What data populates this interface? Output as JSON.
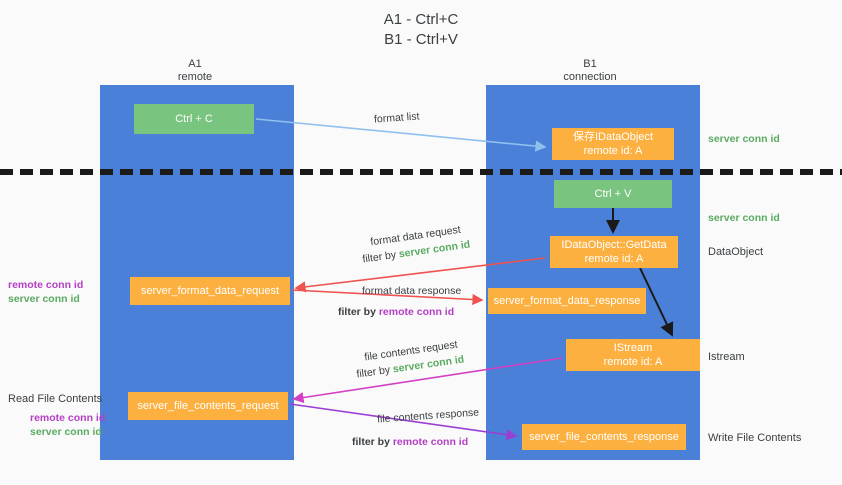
{
  "title": "A1 - Ctrl+C\nB1 - Ctrl+V",
  "colors": {
    "lane": "#4a80d8",
    "green_node": "#79c47f",
    "orange_node": "#fbb040",
    "server_conn_text": "#5aab62",
    "remote_conn_text": "#b43fc4",
    "arrow_light_blue": "#8fc0ee",
    "arrow_red": "#ef5350",
    "arrow_magenta": "#d43fc4",
    "arrow_purple": "#9b3fd4",
    "arrow_dark": "#1a1a1a",
    "background": "#fafafa"
  },
  "columns": {
    "left": {
      "name": "A1",
      "role": "remote",
      "header": "A1\nremote"
    },
    "right": {
      "name": "B1",
      "role": "connection",
      "header": "B1\nconnection"
    }
  },
  "nodes": {
    "ctrl_c": "Ctrl + C",
    "ctrl_v": "Ctrl + V",
    "save_dataobject": "保存IDataObject\nremote id: A",
    "getdata": "IDataObject::GetData\nremote id: A",
    "istream": "IStream\nremote id: A",
    "server_format_data_request": "server_format_data_request",
    "server_format_data_response": "server_format_data_response",
    "server_file_contents_request": "server_file_contents_request",
    "server_file_contents_response": "server_file_contents_response"
  },
  "edge_labels": {
    "format_list": "format list",
    "format_data_request": "format data request",
    "format_data_response": "format data response",
    "file_contents_request": "file contents request",
    "file_contents_response": "file contents response",
    "filter_by": "filter by ",
    "server_conn_id": "server conn id",
    "remote_conn_id": "remote conn id"
  },
  "side_labels": {
    "server_conn_id": "server conn id",
    "remote_conn_id": "remote conn id",
    "dataobject": "DataObject",
    "istream": "Istream",
    "write_file_contents": "Write File Contents",
    "read_file_contents": "Read File Contents"
  }
}
